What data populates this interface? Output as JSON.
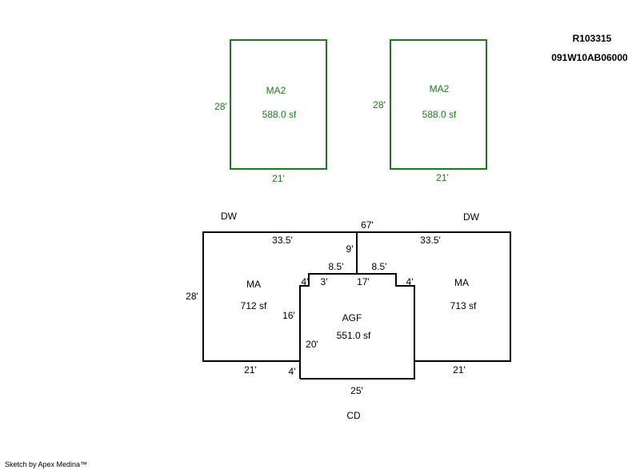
{
  "header": {
    "account": "R103315",
    "parcel": "091W10AB06000"
  },
  "colors": {
    "outline": "#000000",
    "ma2_outline": "#1a7a1a"
  },
  "ma2_left": {
    "code": "MA2",
    "area": "588.0 sf",
    "side_height": "28'",
    "side_width": "21'"
  },
  "ma2_right": {
    "code": "MA2",
    "area": "588.0 sf",
    "side_height": "28'",
    "side_width": "21'"
  },
  "main": {
    "dw_left": "DW",
    "dw_right": "DW",
    "total_top": "67'",
    "top_left": "33.5'",
    "top_right": "33.5'",
    "center_drop": "9'",
    "left_85": "8.5'",
    "right_85": "8.5'",
    "left_notch": "4'",
    "left_3": "3'",
    "center_17": "17'",
    "right_notch": "4'",
    "left_height": "28'",
    "ma_left_code": "MA",
    "ma_left_area": "712 sf",
    "ma_right_code": "MA",
    "ma_right_area": "713 sf",
    "left_16": "16'",
    "agf_code": "AGF",
    "agf_area": "551.0 sf",
    "left_20": "20'",
    "bottom_left_21": "21'",
    "bottom_right_21": "21'",
    "bottom_4": "4'",
    "bottom_25": "25'",
    "cd": "CD"
  },
  "footer": {
    "credit": "Sketch by Apex Medina™"
  }
}
